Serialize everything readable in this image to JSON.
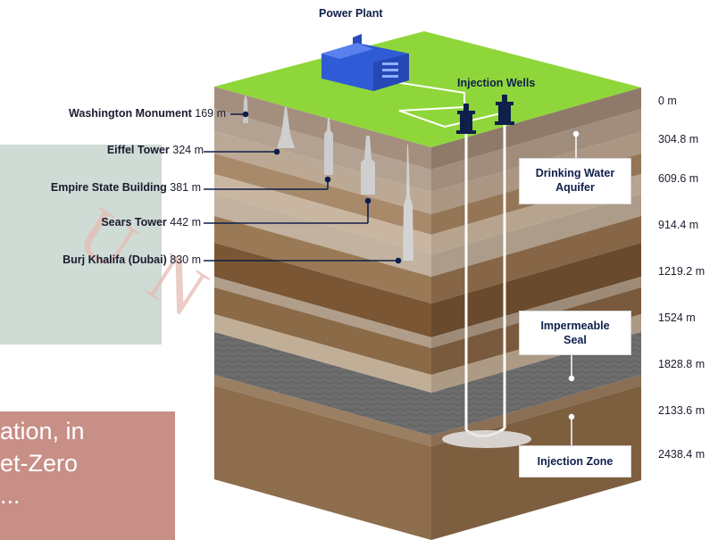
{
  "background_slide": {
    "text_lines": [
      "ation, in",
      "et-Zero",
      "..."
    ],
    "watermark": "U N I"
  },
  "diagram": {
    "top_labels": {
      "power_plant": "Power Plant",
      "injection_wells": "Injection Wells"
    },
    "buildings": [
      {
        "name": "Washington Monument",
        "height": "169 m"
      },
      {
        "name": "Eiffel Tower",
        "height": "324 m"
      },
      {
        "name": "Empire State Building",
        "height": "381 m"
      },
      {
        "name": "Sears Tower",
        "height": "442 m"
      },
      {
        "name": "Burj Khalifa (Dubai)",
        "height": "830 m"
      }
    ],
    "depths": [
      "0 m",
      "304.8 m",
      "609.6 m",
      "914.4 m",
      "1219.2 m",
      "1524 m",
      "1828.8 m",
      "2133.6 m",
      "2438.4 m"
    ],
    "callouts": {
      "aquifer": "Drinking Water Aquifer",
      "aquifer_line1": "Drinking Water",
      "aquifer_line2": "Aquifer",
      "seal_line1": "Impermeable",
      "seal_line2": "Seal",
      "injection_zone": "Injection Zone"
    },
    "colors": {
      "surface": "#8fd63a",
      "navy": "#0e1f4a",
      "plant_blue": "#2f5bd6",
      "seal_gray": "#6d6d6d"
    }
  }
}
